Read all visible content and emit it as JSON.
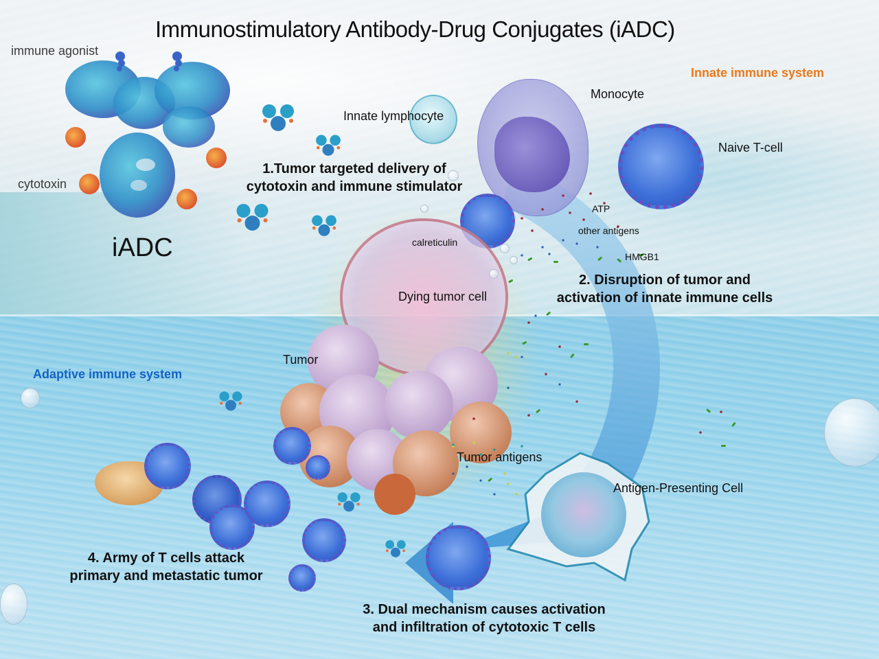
{
  "title": "Immunostimulatory Antibody-Drug Conjugates (iADC)",
  "regions": {
    "innate": {
      "label": "Innate immune system",
      "color": "#e87a1c"
    },
    "adaptive": {
      "label": "Adaptive immune system",
      "color": "#1463c4"
    }
  },
  "iadc_molecule": {
    "name": "iADC",
    "parts": {
      "immune_agonist": "immune agonist",
      "cytotoxin": "cytotoxin"
    }
  },
  "cells": {
    "innate_lymphocyte": "Innate lymphocyte",
    "monocyte": "Monocyte",
    "naive_t_cell": "Naive T-cell",
    "dying_tumor_cell": "Dying tumor cell",
    "tumor": "Tumor",
    "antigen_presenting_cell": "Antigen-Presenting Cell"
  },
  "signals": {
    "calreticulin": "calreticulin",
    "atp": "ATP",
    "other_antigens": "other antigens",
    "hmgb1": "HMGB1",
    "tumor_antigens": "Tumor antigens"
  },
  "steps": [
    {
      "number": "1.",
      "line1": "1.Tumor targeted delivery of",
      "line2": "cytotoxin and immune stimulator"
    },
    {
      "number": "2.",
      "line1": "2. Disruption of tumor and",
      "line2": "activation of innate immune cells"
    },
    {
      "number": "3.",
      "line1": "3. Dual mechanism causes activation",
      "line2": "and infiltration of cytotoxic T cells"
    },
    {
      "number": "4.",
      "line1": "4. Army of T cells attack",
      "line2": "primary and metastatic tumor"
    }
  ],
  "colors": {
    "antibody": "#2a9fc9",
    "antibody_dark": "#3a4fb8",
    "cytotoxin": "#e8703a",
    "agonist": "#3a64c8",
    "tcell": "#3d72d8",
    "tcell_ring": "#6b4fc0",
    "tumor": "#c9a3b8",
    "tumor_orange": "#d08a55",
    "monocyte": "#8f90d6",
    "arrow": "#5aa9dc",
    "hmgb1": "#3a9a2a",
    "atp": "#9a2a3a"
  }
}
